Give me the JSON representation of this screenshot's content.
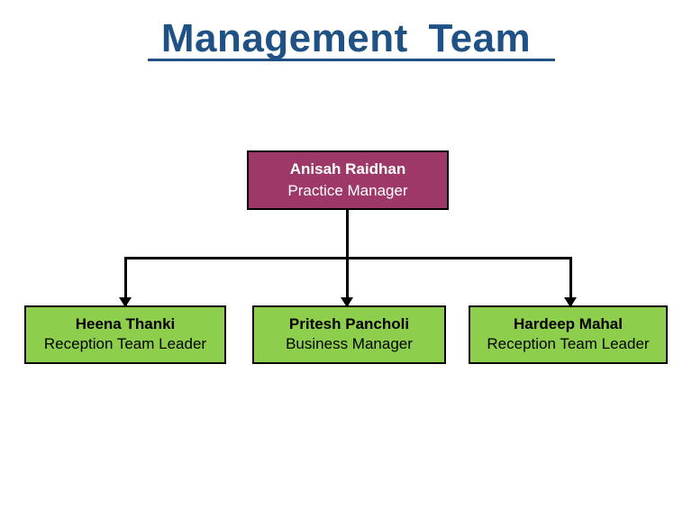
{
  "slide": {
    "title": "Management  Team",
    "background_color": "#FFFFFF",
    "title_color": "#1F5185"
  },
  "chart_data": {
    "type": "diagram",
    "diagram_type": "organization-chart",
    "title": "Management  Team",
    "root": {
      "name": "Anisah Raidhan",
      "role": "Practice Manager",
      "fill_color": "#9E3869",
      "text_color": "#FFFFFF",
      "border_color": "#000000"
    },
    "children": [
      {
        "name": "Heena Thanki",
        "role": "Reception Team Leader",
        "fill_color": "#8DCE4C",
        "text_color": "#000000",
        "border_color": "#000000"
      },
      {
        "name": "Pritesh Pancholi",
        "role": "Business Manager",
        "fill_color": "#8DCE4C",
        "text_color": "#000000",
        "border_color": "#000000"
      },
      {
        "name": "Hardeep Mahal",
        "role": "Reception Team Leader",
        "fill_color": "#8DCE4C",
        "text_color": "#000000",
        "border_color": "#000000"
      }
    ],
    "connectors": {
      "style": "elbow-with-arrowheads",
      "color": "#000000",
      "count": 3
    }
  }
}
